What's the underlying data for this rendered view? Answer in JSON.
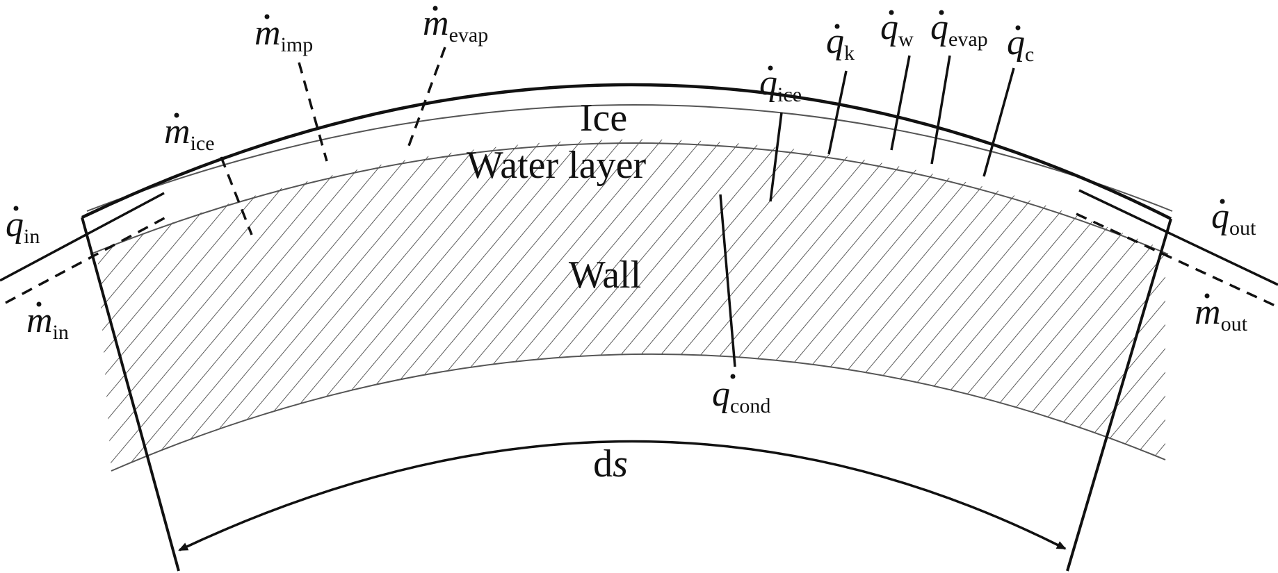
{
  "regions": {
    "ice": "Ice",
    "water": "Water layer",
    "wall": "Wall"
  },
  "dimension": {
    "prefix": "d",
    "variable": "s"
  },
  "labels": {
    "q_in": {
      "base": "q",
      "sub": "in"
    },
    "m_in": {
      "base": "m",
      "sub": "in"
    },
    "m_ice": {
      "base": "m",
      "sub": "ice"
    },
    "m_imp": {
      "base": "m",
      "sub": "imp"
    },
    "m_evap": {
      "base": "m",
      "sub": "evap"
    },
    "q_ice": {
      "base": "q",
      "sub": "ice"
    },
    "q_k": {
      "base": "q",
      "sub": "k"
    },
    "q_w": {
      "base": "q",
      "sub": "w"
    },
    "q_evap": {
      "base": "q",
      "sub": "evap"
    },
    "q_c": {
      "base": "q",
      "sub": "c"
    },
    "q_out": {
      "base": "q",
      "sub": "out"
    },
    "m_out": {
      "base": "m",
      "sub": "out"
    },
    "q_cond": {
      "base": "q",
      "sub": "cond"
    }
  }
}
